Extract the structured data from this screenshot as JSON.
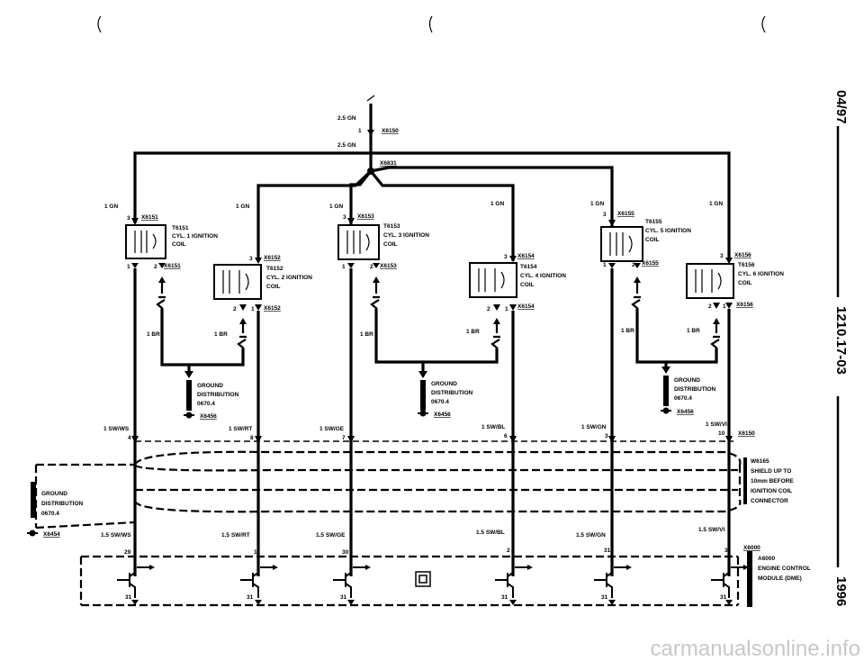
{
  "page": {
    "date_code": "04/97",
    "doc_number": "1210.17-03",
    "year": "1996",
    "watermark": "carmanualsonline.info"
  },
  "supply": {
    "top_wire": "2.5 GN",
    "pin": "1",
    "connector": "X6150",
    "bottom_wire": "2.5 GN",
    "splice": "X6831"
  },
  "coils": [
    {
      "feed": "1 GN",
      "pin_top": "3",
      "conn_top": "X6151",
      "part": "T6151",
      "line2": "CYL. 1 IGNITION",
      "line3": "COIL",
      "pin_l": "1",
      "pin_r": "2",
      "conn_bot": "X6151",
      "ground_wire": "1 BR",
      "signal_wire": "1 SW/WS",
      "dme_pin": "4",
      "wire_15": "1.5 SW/WS",
      "dme_pin2": "29"
    },
    {
      "feed": "1 GN",
      "pin_top": "3",
      "conn_top": "X6152",
      "part": "T6152",
      "line2": "CYL. 2 IGNITION",
      "line3": "COIL",
      "pin_l": "2",
      "pin_r": "1",
      "conn_bot": "X6152",
      "ground_wire": "1 BR",
      "signal_wire": "1 SW/RT",
      "dme_pin": "8",
      "wire_15": "1.5 SW/RT",
      "dme_pin2": "1"
    },
    {
      "feed": "1 GN",
      "pin_top": "3",
      "conn_top": "X6153",
      "part": "T6153",
      "line2": "CYL. 3 IGNITION",
      "line3": "COIL",
      "pin_l": "1",
      "pin_r": "2",
      "conn_bot": "X6153",
      "ground_wire": "1 BR",
      "signal_wire": "1 SW/GE",
      "dme_pin": "7",
      "wire_15": "1.5 SW/GE",
      "dme_pin2": "30"
    },
    {
      "feed": "1 GN",
      "pin_top": "3",
      "conn_top": "X6154",
      "part": "T6154",
      "line2": "CYL. 4 IGNITION",
      "line3": "COIL",
      "pin_l": "2",
      "pin_r": "1",
      "conn_bot": "X6154",
      "ground_wire": "1 BR",
      "signal_wire": "1 SW/BL",
      "dme_pin": "6",
      "wire_15": "1.5 SW/BL",
      "dme_pin2": "2"
    },
    {
      "feed": "1 GN",
      "pin_top": "3",
      "conn_top": "X6155",
      "part": "T6155",
      "line2": "CYL. 5 IGNITION",
      "line3": "COIL",
      "pin_l": "1",
      "pin_r": "2",
      "conn_bot": "X6155",
      "ground_wire": "1 BR",
      "signal_wire": "1 SW/GN",
      "dme_pin": "3",
      "wire_15": "1.5 SW/GN",
      "dme_pin2": "31"
    },
    {
      "feed": "1 GN",
      "pin_top": "3",
      "conn_top": "X6156",
      "part": "T6156",
      "line2": "CYL. 6 IGNITION",
      "line3": "COIL",
      "pin_l": "2",
      "pin_r": "1",
      "conn_bot": "X6156",
      "ground_wire": "1 BR",
      "signal_wire": "1 SW/VI",
      "dme_pin": "10",
      "wire_15": "1.5 SW/VI",
      "dme_pin2": "3"
    }
  ],
  "grounds": [
    {
      "line1": "GROUND",
      "line2": "DISTRIBUTION",
      "line3": "0670.4",
      "conn": "X6456"
    },
    {
      "line1": "GROUND",
      "line2": "DISTRIBUTION",
      "line3": "0670.4",
      "conn": "X6456"
    },
    {
      "line1": "GROUND",
      "line2": "DISTRIBUTION",
      "line3": "0670.4",
      "conn": "X6456"
    },
    {
      "line1": "GROUND",
      "line2": "DISTRIBUTION",
      "line3": "0670.4",
      "conn": "X6454"
    }
  ],
  "dme_connector_top": "X6150",
  "shield": {
    "id": "W6165",
    "line2": "SHIELD UP TO",
    "line3": "10mm BEFORE",
    "line4": "IGNITION COIL",
    "line5": "CONNECTOR"
  },
  "module": {
    "id": "A6000",
    "line2": "ENGINE CONTROL",
    "line3": "MODULE (DME)",
    "connector": "X6000",
    "ground_pin": "31"
  }
}
